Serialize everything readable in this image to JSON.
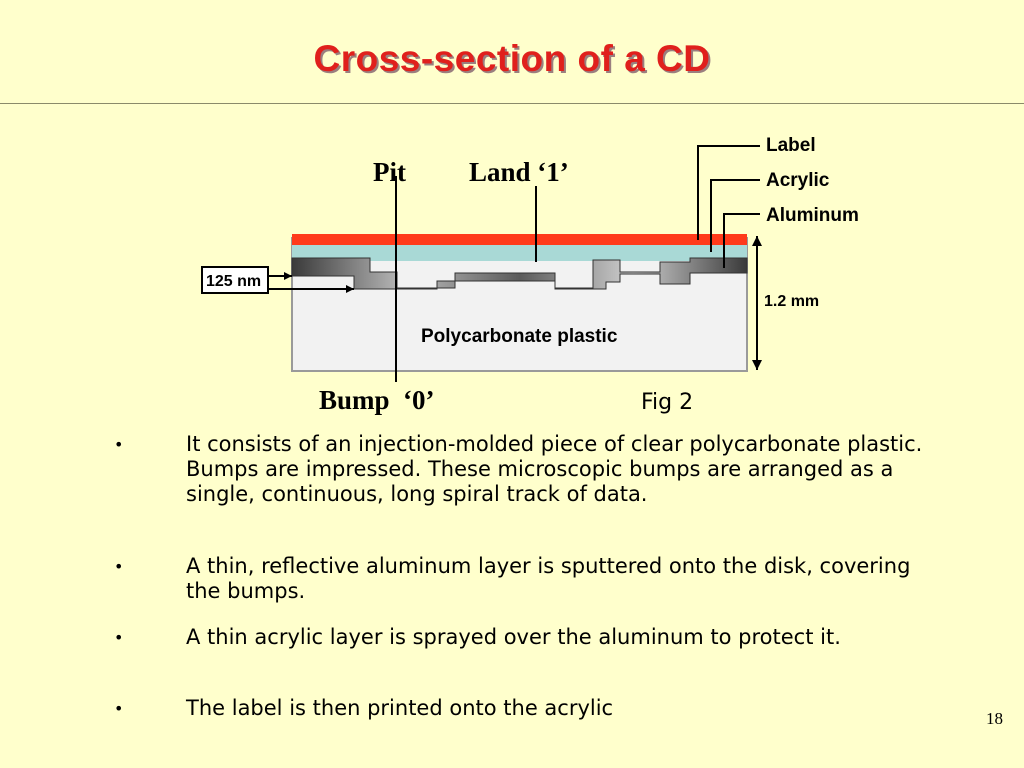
{
  "slide": {
    "title": "Cross-section of a CD",
    "page_number": "18"
  },
  "figure": {
    "caption": "Fig 2",
    "labels": {
      "pit": "Pit",
      "land": "Land ‘1’",
      "bump": "Bump  ‘0’",
      "label_layer": "Label",
      "acrylic_layer": "Acrylic",
      "aluminum_layer": "Aluminum",
      "depth": "125 nm",
      "thickness": "1.2 mm",
      "substrate": "Polycarbonate plastic"
    },
    "colors": {
      "label_layer": "#ff3a1a",
      "acrylic_layer": "#a9d9d6",
      "aluminum": "#5a5a5a",
      "substrate": "#f2f2f2"
    }
  },
  "bullets": [
    {
      "marker": "•",
      "text": "It consists of an injection-molded piece of clear polycarbonate plastic. Bumps are impressed. These microscopic bumps are arranged as a single, continuous, long spiral track of data."
    },
    {
      "marker": "•",
      "text": "A thin, reflective aluminum layer is sputtered onto the disk, covering the bumps."
    },
    {
      "marker": "•",
      "text": "A thin acrylic layer is sprayed over the aluminum to protect it."
    },
    {
      "marker": "•",
      "text": "The label is then printed onto the acrylic"
    }
  ]
}
